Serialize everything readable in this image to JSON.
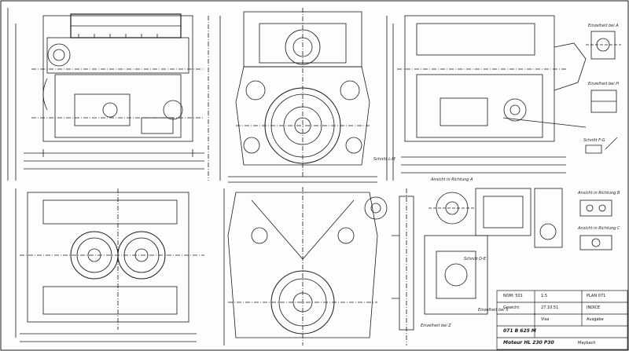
{
  "drawing": {
    "view_labels": {
      "detail_a": "Einzelheit bei A",
      "detail_h": "Einzelheit bei H",
      "detail_x": "Einzelheit bei X",
      "detail_z": "Einzelheit bei Z",
      "section_fg": "Schnitt F-G",
      "section_lm": "Schnitt L-M",
      "section_de": "Schnitt D-E",
      "view_a": "Ansicht in Richtung A",
      "view_b": "Ansicht in Richtung B",
      "view_c": "Ansicht in Richtung C"
    },
    "title_block": {
      "norm": "NOM: 501",
      "weight": "Gewicht",
      "scale": "1:5",
      "plan_no": "PLAN 071",
      "index": "INDICE",
      "drawing_no": "071 B 625 M",
      "title": "Moteur HL 230 P30",
      "subtitle": "Maybach",
      "date": "27.10.51",
      "mod_status": "Ausgabe",
      "visas": "Visa"
    }
  }
}
